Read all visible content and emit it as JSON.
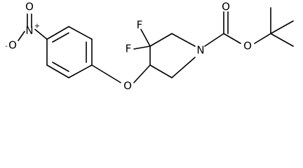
{
  "structure": {
    "atom_labels": {
      "oxygen_minus": "O",
      "minus_charge": "-",
      "nitro_nitrogen": "N",
      "plus_charge": "+",
      "nitro_oxygen": "O",
      "ether_oxygen": "O",
      "fluorine_upper": "F",
      "fluorine_lower": "F",
      "ring_nitrogen": "N",
      "carbonyl_oxygen": "O",
      "ester_oxygen": "O"
    }
  }
}
